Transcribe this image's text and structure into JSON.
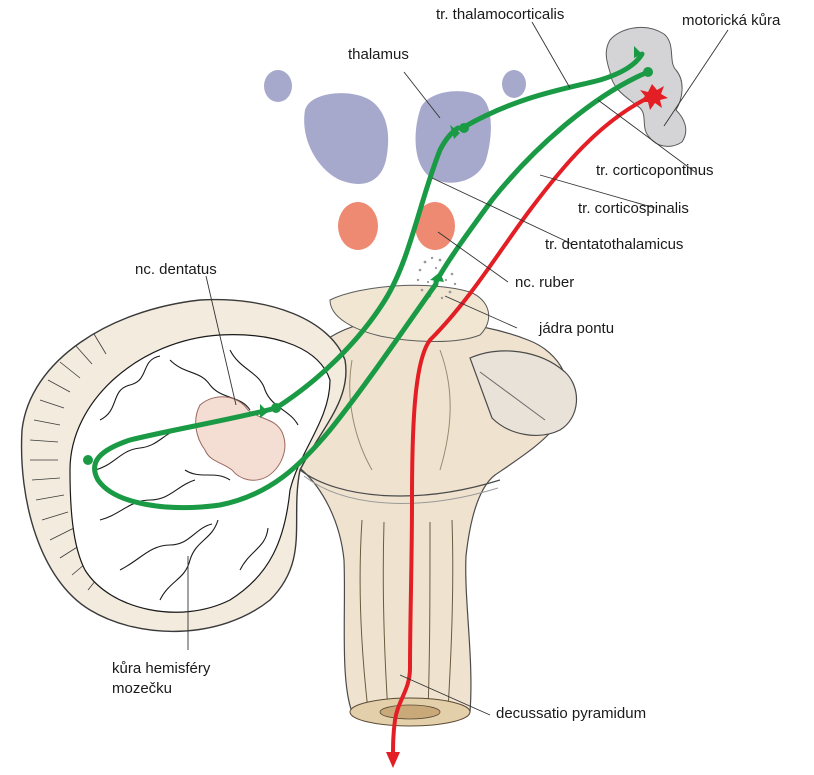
{
  "labels": {
    "thalamocorticalis": "tr. thalamocorticalis",
    "motor_cortex": "motorická kůra",
    "thalamus": "thalamus",
    "corticopontinus": "tr. corticopontinus",
    "corticospinalis": "tr. corticospinalis",
    "dentatothalamicus": "tr. dentatothalamicus",
    "dentatus": "nc. dentatus",
    "ruber": "nc. ruber",
    "pontine_nuclei": "jádra pontu",
    "cerebellar_cortex_line1": "kůra hemisféry",
    "cerebellar_cortex_line2": "mozečku",
    "decussation": "decussatio pyramidum"
  },
  "colors": {
    "green_pathway": "#1a9a45",
    "red_pathway": "#e31e24",
    "thalamus": "#a7a9cc",
    "red_nucleus": "#ee8a72",
    "brainstem": "#efe3cf",
    "cortex_gray": "#d4d4d6"
  }
}
